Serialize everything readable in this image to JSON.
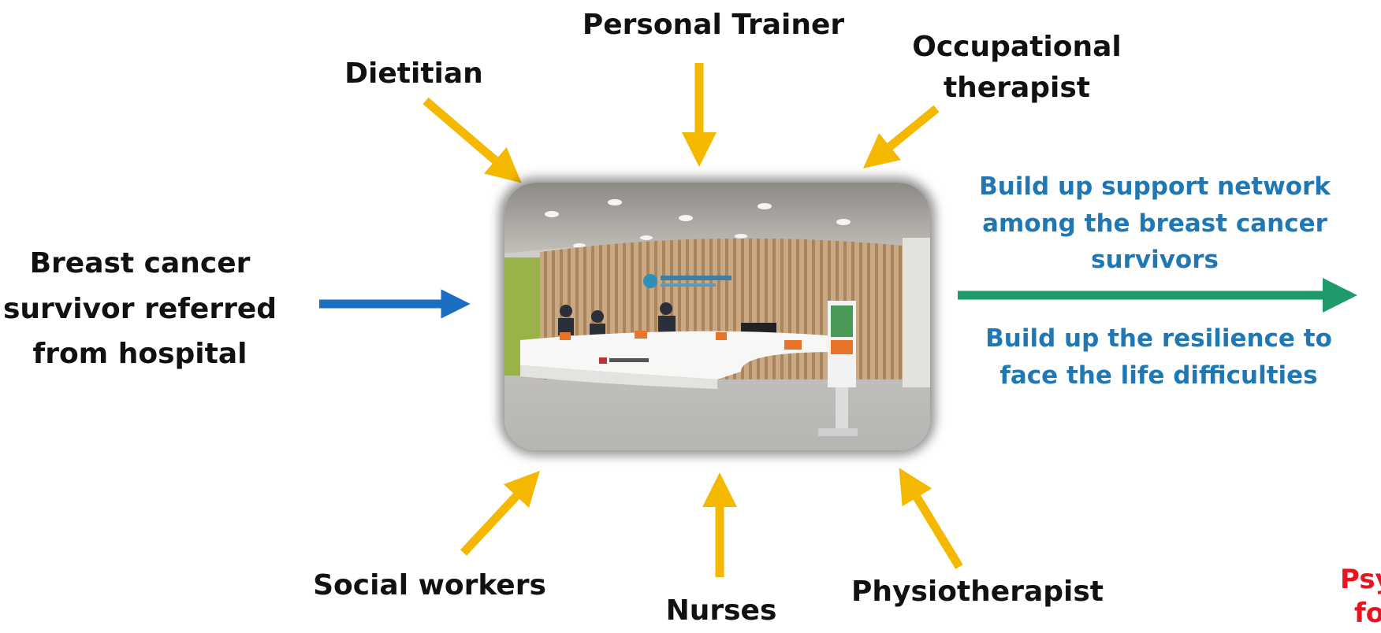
{
  "roles": {
    "personal_trainer": "Personal Trainer",
    "dietitian": "Dietitian",
    "occupational_therapist": "Occupational therapist",
    "social_workers": "Social workers",
    "nurses": "Nurses",
    "physiotherapist": "Physiotherapist"
  },
  "input_label": "Breast cancer survivor referred from hospital",
  "outcomes": {
    "support_network": "Build up support network among the breast cancer survivors",
    "resilience": "Build up the resilience to face the life difficulties"
  },
  "cutoff_text": {
    "line1": "Psy",
    "line2": "fo"
  },
  "colors": {
    "role_arrow": "#f5b800",
    "input_arrow": "#1a6fc0",
    "output_arrow": "#1f9a6a",
    "outcome_text": "#1f78b4",
    "cutoff_text": "#e8141e"
  }
}
